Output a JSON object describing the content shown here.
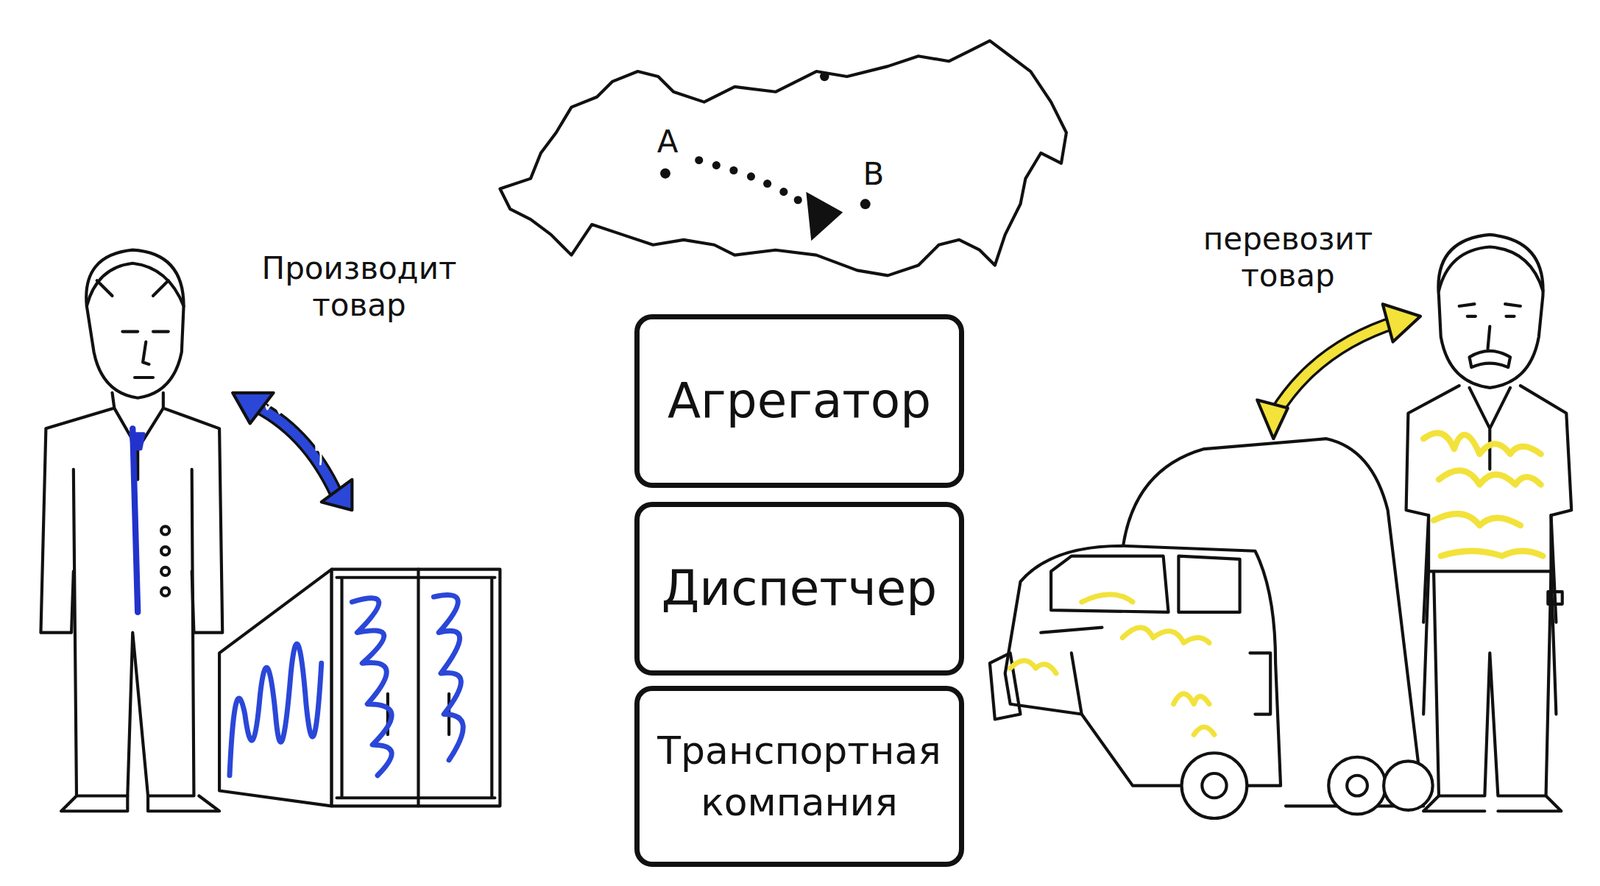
{
  "diagram": {
    "nodes": [
      {
        "text": [
          "Агрегатор"
        ]
      },
      {
        "text": [
          "Диспетчер"
        ]
      },
      {
        "text": [
          "Транспортная компания"
        ]
      }
    ],
    "labels": [
      "A",
      "B",
      "Производит товар",
      "перевозит товар"
    ]
  }
}
